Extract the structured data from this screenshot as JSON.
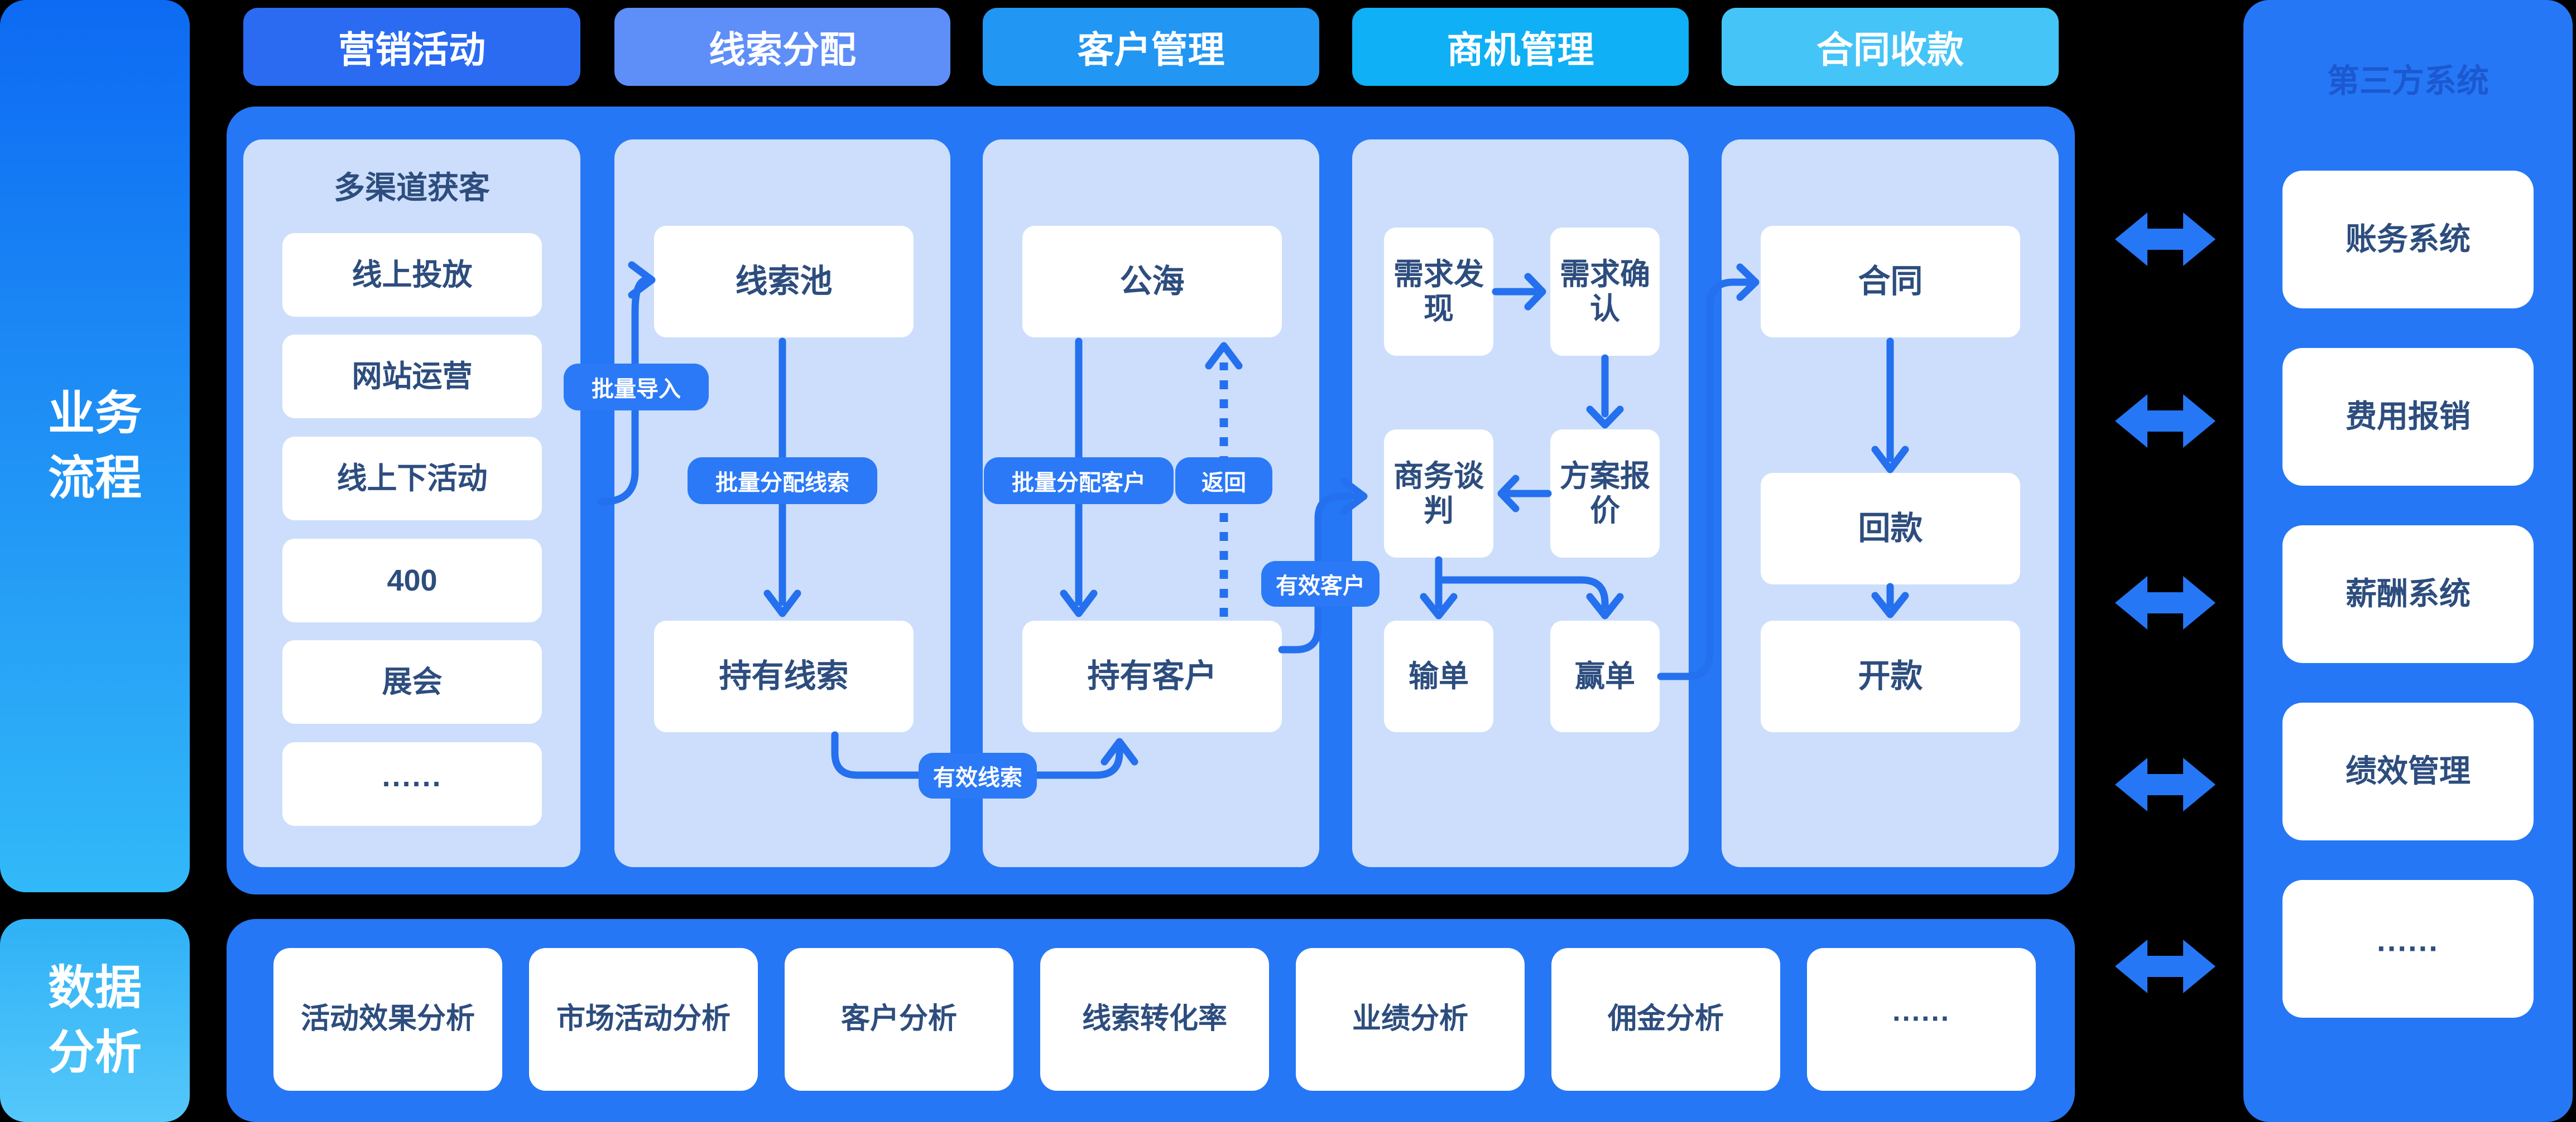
{
  "sidebar_left": {
    "business_process_label": "业务流程",
    "data_analysis_label": "数据分析"
  },
  "header_tabs": [
    {
      "label": "营销活动",
      "color": "#2a6bf2"
    },
    {
      "label": "线索分配",
      "color": "#5e8ef8"
    },
    {
      "label": "客户管理",
      "color": "#2196f3"
    },
    {
      "label": "商机管理",
      "color": "#0fb0f5"
    },
    {
      "label": "合同收款",
      "color": "#45c4f8"
    }
  ],
  "acquisition": {
    "title": "多渠道获客",
    "items": [
      "线上投放",
      "网站运营",
      "线上下活动",
      "400",
      "展会",
      "······"
    ]
  },
  "leads": {
    "pool": "线索池",
    "held": "持有线索",
    "pill_batch_import": "批量导入",
    "pill_batch_assign": "批量分配线索",
    "pill_valid": "有效线索"
  },
  "customers": {
    "public_pool": "公海",
    "held": "持有客户",
    "pill_batch_assign": "批量分配客户",
    "pill_return": "返回",
    "pill_valid": "有效客户"
  },
  "opportunity": {
    "discover": "需求发现",
    "confirm": "需求确认",
    "quote": "方案报价",
    "negotiate": "商务谈判",
    "lost": "输单",
    "won": "赢单"
  },
  "contract": {
    "contract": "合同",
    "payment": "回款",
    "invoice": "开款"
  },
  "third_party": {
    "title": "第三方系统",
    "items": [
      "账务系统",
      "费用报销",
      "薪酬系统",
      "绩效管理",
      "······"
    ]
  },
  "analysis_items": [
    "活动效果分析",
    "市场活动分析",
    "客户分析",
    "线索转化率",
    "业绩分析",
    "佣金分析",
    "······"
  ],
  "colors": {
    "page_bg": "#000000",
    "container_blue": "#2577f5",
    "panel_light": "#ccdefb",
    "node_text_navy": "#2d4d7e",
    "connector_blue": "#2470ee",
    "pill_blue": "#2b79f7",
    "third_party_title": "#1c58cf",
    "sidebar_gradient_top": "#0d6af3",
    "sidebar_gradient_bottom": "#32b9f8"
  }
}
